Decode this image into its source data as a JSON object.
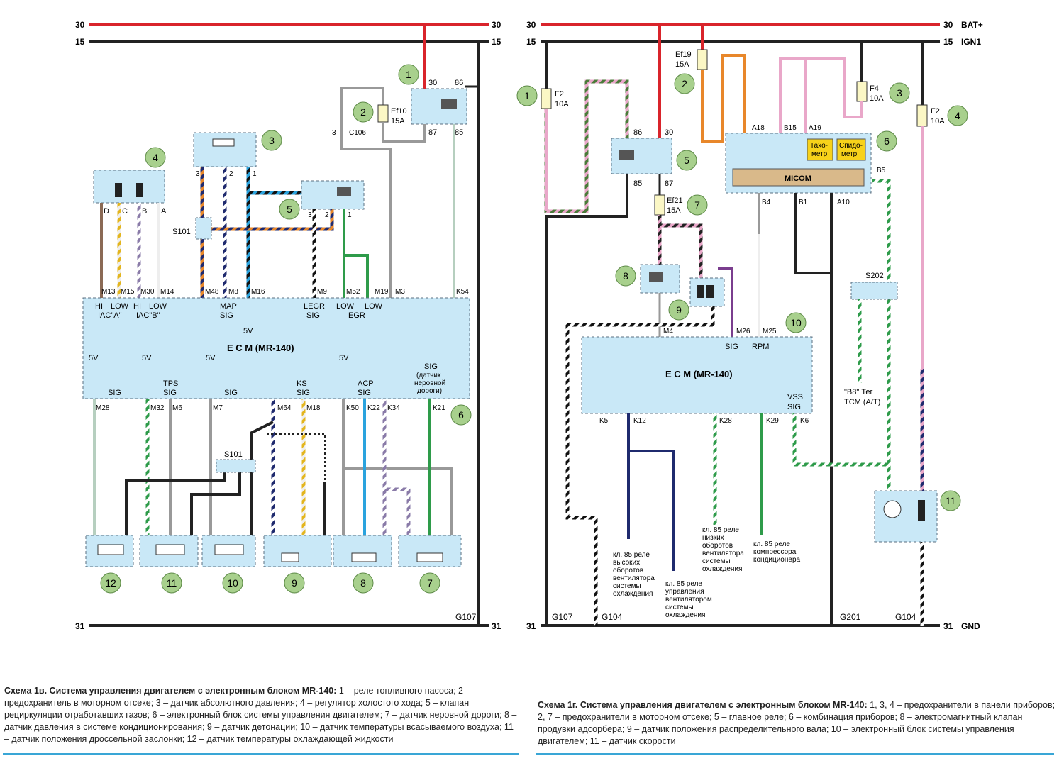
{
  "left_diagram": {
    "bus_labels": {
      "b30": "30",
      "b15": "15",
      "b31": "31"
    },
    "ground": "G107",
    "ecm_label": "E C M (MR-140)",
    "callouts": [
      "1",
      "2",
      "3",
      "4",
      "5",
      "6",
      "7",
      "8",
      "9",
      "10",
      "11",
      "12"
    ],
    "fuse": {
      "name": "Ef10",
      "rating": "15A"
    },
    "splice": "S101",
    "top_pins": [
      "M13",
      "M15",
      "M30",
      "M14",
      "M48",
      "M8",
      "M16",
      "M9",
      "M52",
      "M19",
      "M3",
      "K54"
    ],
    "bottom_pins": [
      "M28",
      "M32",
      "M6",
      "M7",
      "M64",
      "M18",
      "K50",
      "K22",
      "K34",
      "K21"
    ],
    "signals": {
      "hi1": "HI",
      "iaca": "IAC\"A\"",
      "low1": "LOW",
      "hi2": "HI",
      "iacb": "IAC\"B\"",
      "low2": "LOW",
      "map": "MAP",
      "map_sig": "SIG",
      "fivev": "5V",
      "legr": "LEGR",
      "legr_sig": "SIG",
      "low3": "LOW",
      "egr": "EGR",
      "low4": "LOW",
      "sig_m28": "SIG",
      "tps": "TPS",
      "tps_sig": "SIG",
      "sig_m7": "SIG",
      "ks": "KS",
      "ks_sig": "SIG",
      "acp": "ACP",
      "acp_sig": "SIG",
      "sig_k21": "SIG",
      "rough1": "(датчик",
      "rough2": "неровной",
      "rough3": "дороги)"
    },
    "connector": "C106"
  },
  "right_diagram": {
    "bus_labels": {
      "b30": "30",
      "b15": "15",
      "b31": "31",
      "bat": "BAT+",
      "ign": "IGN1",
      "gnd": "GND"
    },
    "grounds": [
      "G107",
      "G104",
      "G201",
      "G104"
    ],
    "ecm_label": "E C M (MR-140)",
    "micom": "MICOM",
    "tacho": [
      "Тахо-",
      "метр"
    ],
    "speedo": [
      "Спидо-",
      "метр"
    ],
    "callouts": [
      "1",
      "2",
      "3",
      "4",
      "5",
      "6",
      "7",
      "8",
      "9",
      "10",
      "11"
    ],
    "fuses": [
      {
        "name": "F2",
        "rating": "10A"
      },
      {
        "name": "Ef19",
        "rating": "15A"
      },
      {
        "name": "F4",
        "rating": "10A"
      },
      {
        "name": "F2",
        "rating": "10A"
      },
      {
        "name": "Ef21",
        "rating": "15A"
      }
    ],
    "splice": "S202",
    "pins": [
      "M4",
      "M26",
      "M25",
      "K5",
      "K12",
      "K28",
      "K29",
      "K6",
      "A18",
      "B15",
      "A19",
      "B5",
      "B4",
      "B1",
      "A10"
    ],
    "signals": {
      "sig": "SIG",
      "rpm": "RPM",
      "vss": "VSS",
      "vss_sig": "SIG"
    },
    "tcm": [
      "\"B8\" Тег",
      "TCM (A/T)"
    ],
    "notes": {
      "high_fan": [
        "кл. 85 реле",
        "высоких",
        "оборотов",
        "вентилятора",
        "системы",
        "охлаждения"
      ],
      "fan_ctrl": [
        "кл. 85 реле",
        "управления",
        "вентилятором",
        "системы",
        "охлаждения"
      ],
      "low_fan": [
        "кл. 85 реле",
        "низких",
        "оборотов",
        "вентилятора",
        "системы",
        "охлаждения"
      ],
      "ac_comp": [
        "кл. 85 реле",
        "компрессора",
        "кондиционера"
      ]
    }
  },
  "captions": {
    "left_title": "Схема 1в. Система управления двигателем с электронным блоком MR-140:",
    "left_body": " 1 – реле топливного насоса; 2 – предохранитель в моторном отсеке; 3 – датчик абсолютного давления; 4 – регулятор холостого хода; 5 – клапан рециркуляции отработавших газов; 6 – электронный блок системы управления двигателем; 7 – датчик неровной дороги; 8 – датчик давления в системе кондиционирования; 9 – датчик детонации; 10 – датчик температуры всасываемого воздуха; 11 – датчик положения дроссельной заслонки; 12 – датчик температуры охлаждающей жидкости",
    "right_title": "Схема 1г. Система управления двигателем с электронным блоком MR-140:",
    "right_body": " 1, 3, 4 – предохранители в панели приборов; 2, 7 – предохранители в моторном отсеке; 5 – главное реле; 6 – комбинация приборов; 8 – электромагнитный клапан продувки адсорбера; 9 – датчик положения распределительного вала; 10 – электронный блок системы управления двигателем; 11 – датчик скорости"
  },
  "colors": {
    "bus30": "#d9242b",
    "bus15": "#222222",
    "module_fill": "#c9e8f7",
    "module_border": "#5a6f80",
    "callout_fill": "#a8d08d",
    "micom_fill": "#d9b98a",
    "gauge_fill": "#f7d21a",
    "accent_rule": "#39a6d6"
  }
}
